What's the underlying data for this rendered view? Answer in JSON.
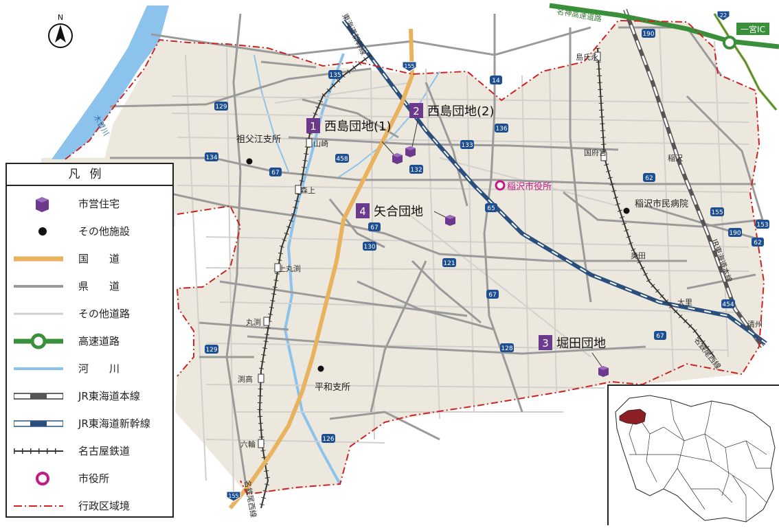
{
  "north_label": "N",
  "river_label": "木曽川",
  "expressway": {
    "name": "名神高速道路",
    "ic_label": "一宮IC"
  },
  "railways": {
    "shinkansen": "東海道新幹線",
    "honsen": "JR東海道本線",
    "meitetsu": "名鉄尾西線"
  },
  "stations": {
    "yamazaki": "山崎",
    "morikami": "森上",
    "kamimaruhuchi": "上丸渕",
    "maruhuchi": "丸渕",
    "fuchitaka": "渕高",
    "rokuwa": "六輪",
    "shimaujike": "島氏永",
    "konomiya": "国府宮",
    "inazawa": "稲沢",
    "okuda": "奥田",
    "osato": "大里",
    "kiyosu": "清州"
  },
  "route_numbers": {
    "r14": "14",
    "r22": "22",
    "r62a": "62",
    "r62b": "62",
    "r65": "65",
    "r67a": "67",
    "r67b": "67",
    "r67c": "67",
    "r67d": "67",
    "r121": "121",
    "r126": "126",
    "r128": "128",
    "r129a": "129",
    "r129b": "129",
    "r130": "130",
    "r132": "132",
    "r133": "133",
    "r134": "134",
    "r135": "135",
    "r136": "136",
    "r153": "153",
    "r155a": "155",
    "r155b": "155",
    "r155c": "155",
    "r190a": "190",
    "r190b": "190",
    "r454": "454",
    "r458": "458"
  },
  "facilities": {
    "city_hall": "稲沢市役所",
    "hospital": "稲沢市民病院",
    "sobue_branch": "祖父江支所",
    "heiwa_branch": "平和支所"
  },
  "housing": [
    {
      "num": "1",
      "name": "西島団地(1)"
    },
    {
      "num": "2",
      "name": "西島団地(2)"
    },
    {
      "num": "3",
      "name": "堀田団地"
    },
    {
      "num": "4",
      "name": "矢合団地"
    }
  ],
  "legend": {
    "title": "凡例",
    "items": [
      {
        "symbol": "housing",
        "label": "市営住宅"
      },
      {
        "symbol": "facility",
        "label": "その他施設"
      },
      {
        "symbol": "national-road",
        "label": "国　　道"
      },
      {
        "symbol": "prefectural-road",
        "label": "県　　道"
      },
      {
        "symbol": "other-road",
        "label": "その他道路"
      },
      {
        "symbol": "expressway",
        "label": "高速道路"
      },
      {
        "symbol": "river",
        "label": "河　　川"
      },
      {
        "symbol": "jr-honsen",
        "label": "JR東海道本線"
      },
      {
        "symbol": "jr-shinkansen",
        "label": "JR東海道新幹線"
      },
      {
        "symbol": "meitetsu",
        "label": "名古屋鉄道"
      },
      {
        "symbol": "city-hall",
        "label": "市役所"
      },
      {
        "symbol": "boundary",
        "label": "行政区域境"
      }
    ]
  },
  "colors": {
    "land": "#ece8de",
    "national_road": "#e8b25f",
    "prefectural_road": "#9a9a9a",
    "other_road": "#d9d9d9",
    "expressway": "#3a8f3a",
    "river": "#8cc3ec",
    "boundary": "#cc2222",
    "city_hall": "#c21a85",
    "housing": "#6b3a8c",
    "shinkansen": "#2a4f7c",
    "inset_region": "#8c1f24"
  }
}
